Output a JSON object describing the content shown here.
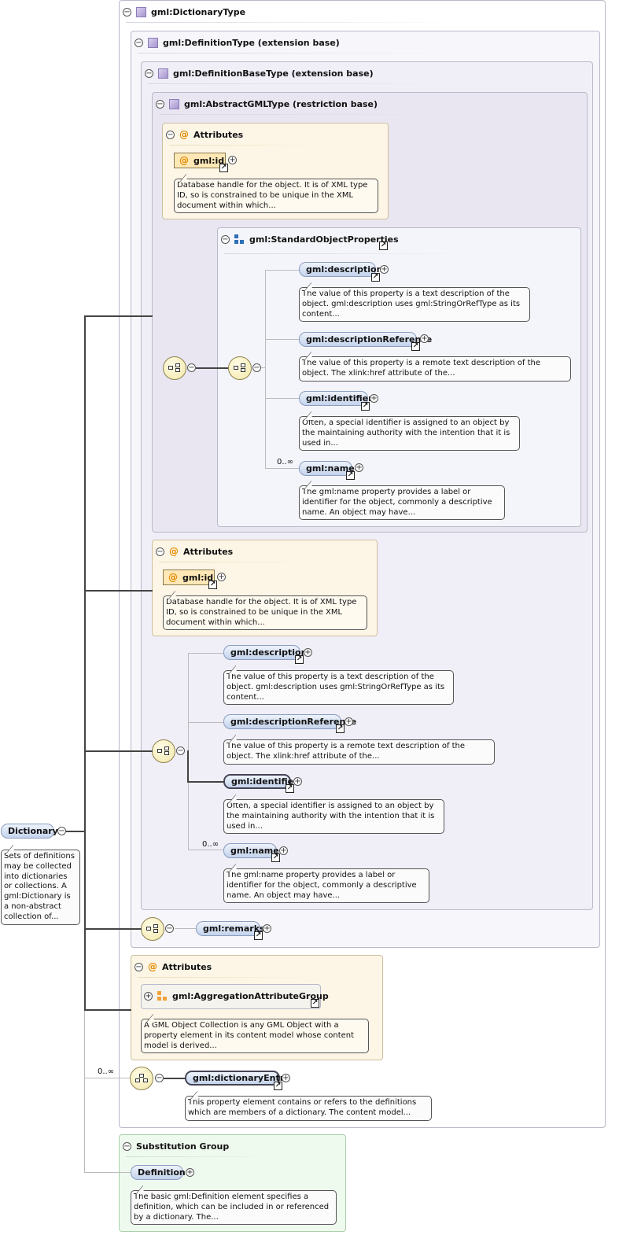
{
  "containers": {
    "dictionary_type": "gml:DictionaryType",
    "definition_type": "gml:DefinitionType (extension base)",
    "definition_base_type": "gml:DefinitionBaseType (extension base)",
    "abstract_gml_type": "gml:AbstractGMLType (restriction base)",
    "standard_object_properties": "gml:StandardObjectProperties",
    "attributes": "Attributes",
    "substitution_group": "Substitution Group"
  },
  "root": {
    "name": "Dictionary",
    "doc": "Sets of definitions may be collected into dictionaries or collections. A gml:Dictionary is a non-abstract collection of..."
  },
  "attr_id": {
    "name": "gml:id",
    "doc": "Database handle for the object. It is of XML type ID, so is constrained to be unique in the XML document within which..."
  },
  "elements": {
    "description": {
      "name": "gml:description",
      "doc": "The value of this property is a text description of the object. gml:description uses gml:StringOrRefType as its content..."
    },
    "description_reference": {
      "name": "gml:descriptionReference",
      "doc": "The value of this property is a remote text description of the object. The xlink:href attribute of the..."
    },
    "identifier": {
      "name": "gml:identifier",
      "doc": "Often, a special identifier is assigned to an object by the maintaining authority with the intention that it is used in..."
    },
    "name": {
      "name": "gml:name",
      "doc": "The gml:name property provides a label or identifier for the object, commonly a descriptive name. An object may have..."
    },
    "remarks": {
      "name": "gml:remarks"
    },
    "dictionary_entry": {
      "name": "gml:dictionaryEntry",
      "doc": "This property element contains or refers to the definitions which are members of a dictionary. The content model..."
    },
    "definition": {
      "name": "Definition",
      "doc": "The basic gml:Definition element specifies a definition, which can be included in or referenced by a dictionary. The..."
    }
  },
  "aggregation": {
    "name": "gml:AggregationAttributeGroup",
    "doc": "A GML Object Collection is any GML Object with a property element in its content model whose content model is derived..."
  },
  "cardinality": {
    "unbounded": "0..∞"
  },
  "icons": {
    "collapse": "minus-circle",
    "expand": "plus-circle",
    "reference": "reference-arrow",
    "type": "type-cube",
    "attribute": "at-sign",
    "sequence": "sequence-compositor",
    "group": "group-blocks"
  },
  "colors": {
    "element_fill": "#c4d3ec",
    "attribute_fill": "#ffe8b6",
    "attributes_box": "#fdf6e6",
    "substitution_box": "#effaef",
    "accent_orange": "#e58a00"
  }
}
